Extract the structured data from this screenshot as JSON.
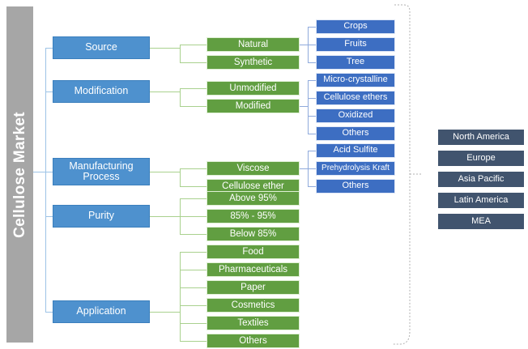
{
  "diagram": {
    "title": "Cellulose Market",
    "root_label": "Cellulose Market",
    "colors": {
      "root": "#a6a6a6",
      "level1": "#4e91ce",
      "level2": "#619e41",
      "level3": "#3d6ec2",
      "region": "#41546e",
      "connector_blue": "#9dc3e6",
      "connector_green": "#a9d18e",
      "connector_blue_light": "#8faadc",
      "background": "#ffffff"
    },
    "segments": [
      {
        "label": "Source",
        "children": [
          {
            "label": "Natural",
            "children": [
              "Crops",
              "Fruits",
              "Tree"
            ]
          },
          {
            "label": "Synthetic",
            "children": []
          }
        ]
      },
      {
        "label": "Modification",
        "children": [
          {
            "label": "Unmodified",
            "children": []
          },
          {
            "label": "Modified",
            "children": [
              "Micro-crystalline",
              "Cellulose ethers",
              "Oxidized",
              "Others"
            ]
          }
        ]
      },
      {
        "label": "Manufacturing Process",
        "children": [
          {
            "label": "Viscose",
            "children": [
              "Acid Sulfite",
              "Prehydrolysis Kraft",
              "Others"
            ]
          },
          {
            "label": "Cellulose ether",
            "children": []
          }
        ]
      },
      {
        "label": "Purity",
        "children": [
          {
            "label": "Above 95%",
            "children": []
          },
          {
            "label": "85% - 95%",
            "children": []
          },
          {
            "label": "Below 85%",
            "children": []
          }
        ]
      },
      {
        "label": "Application",
        "children": [
          {
            "label": "Food",
            "children": []
          },
          {
            "label": "Pharmaceuticals",
            "children": []
          },
          {
            "label": "Paper",
            "children": []
          },
          {
            "label": "Cosmetics",
            "children": []
          },
          {
            "label": "Textiles",
            "children": []
          },
          {
            "label": "Others",
            "children": []
          }
        ]
      }
    ],
    "regions": {
      "items": [
        "North America",
        "Europe",
        "Asia Pacific",
        "Latin America",
        "MEA"
      ]
    },
    "level1_boxes": {
      "source": "Source",
      "modification": "Modification",
      "manufacturing_process_line1": "Manufacturing",
      "manufacturing_process_line2": "Process",
      "purity": "Purity",
      "application": "Application"
    },
    "level2_boxes": {
      "natural": "Natural",
      "synthetic": "Synthetic",
      "unmodified": "Unmodified",
      "modified": "Modified",
      "viscose": "Viscose",
      "cellulose_ether": "Cellulose ether",
      "above95": "Above 95%",
      "mid95": "85% - 95%",
      "below85": "Below 85%",
      "food": "Food",
      "pharmaceuticals": "Pharmaceuticals",
      "paper": "Paper",
      "cosmetics": "Cosmetics",
      "textiles": "Textiles",
      "others_app": "Others"
    },
    "level3_boxes": {
      "crops": "Crops",
      "fruits": "Fruits",
      "tree": "Tree",
      "micro_crystalline": "Micro-crystalline",
      "cellulose_ethers": "Cellulose ethers",
      "oxidized": "Oxidized",
      "others_mod": "Others",
      "acid_sulfite": "Acid Sulfite",
      "prehydrolysis_kraft": "Prehydrolysis Kraft",
      "others_mfg": "Others"
    },
    "region_boxes": {
      "north_america": "North America",
      "europe": "Europe",
      "asia_pacific": "Asia Pacific",
      "latin_america": "Latin America",
      "mea": "MEA"
    }
  }
}
